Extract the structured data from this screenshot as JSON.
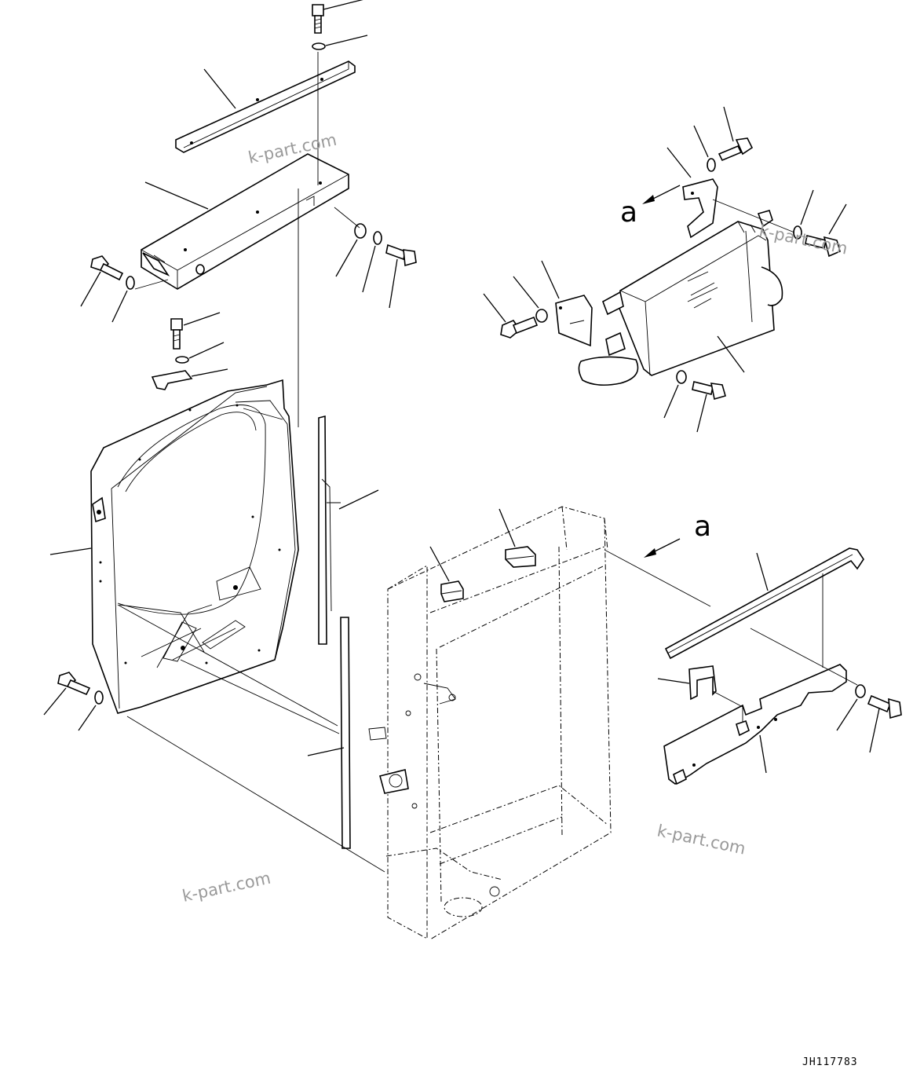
{
  "view_labels": {
    "upper": "a",
    "lower": "a"
  },
  "watermarks": {
    "w1": "k-part.com",
    "w2": "k-part.com",
    "w3": "k-part.com",
    "w4": "k-part.com"
  },
  "drawing_code": "JH117783"
}
